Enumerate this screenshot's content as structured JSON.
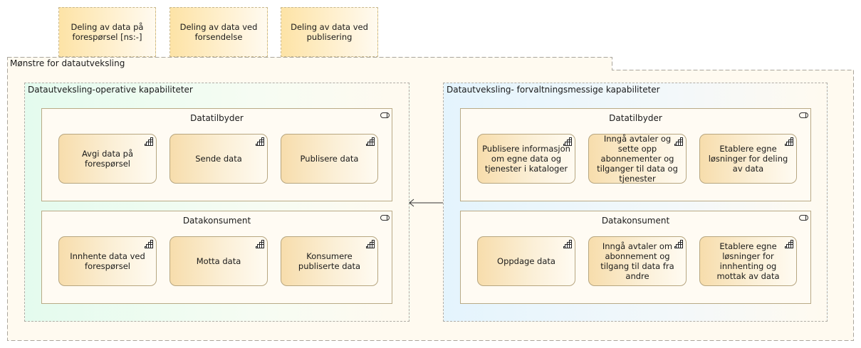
{
  "top_boxes": [
    {
      "label": "Deling av data på forespørsel [ns:-]"
    },
    {
      "label": "Deling av data ved forsendelse"
    },
    {
      "label": "Deling av data ved publisering"
    }
  ],
  "outer_group": {
    "label": "Mønstre for datautveksling"
  },
  "left_group": {
    "label": "Datautveksling-operative kapabiliteter",
    "providers": {
      "title": "Datatilbyder",
      "functions": [
        "Avgi data på forespørsel",
        "Sende data",
        "Publisere data"
      ]
    },
    "consumers": {
      "title": "Datakonsument",
      "functions": [
        "Innhente data ved forespørsel",
        "Motta data",
        "Konsumere publiserte data"
      ]
    }
  },
  "right_group": {
    "label": "Datautveksling- forvaltningsmessige kapabiliteter",
    "providers": {
      "title": "Datatilbyder",
      "functions": [
        "Publisere informasjon om egne data og tjenester i kataloger",
        "Inngå avtaler og sette opp abonnementer og tilganger til data og tjenester",
        "Etablere egne løsninger for deling av data"
      ]
    },
    "consumers": {
      "title": "Datakonsument",
      "functions": [
        "Oppdage data",
        "Inngå avtaler om abonnement og tilgang til data fra andre",
        "Etablere egne løsninger for innhenting og mottak av data"
      ]
    }
  },
  "colors": {
    "left_group_tint": "#e6fbef",
    "right_group_tint": "#e8f5fd",
    "function_fill": "#f7ddac",
    "background_tint": "#fffaf0"
  },
  "icons": {
    "capability": "capability-toggle-icon",
    "function": "function-stairs-icon"
  }
}
